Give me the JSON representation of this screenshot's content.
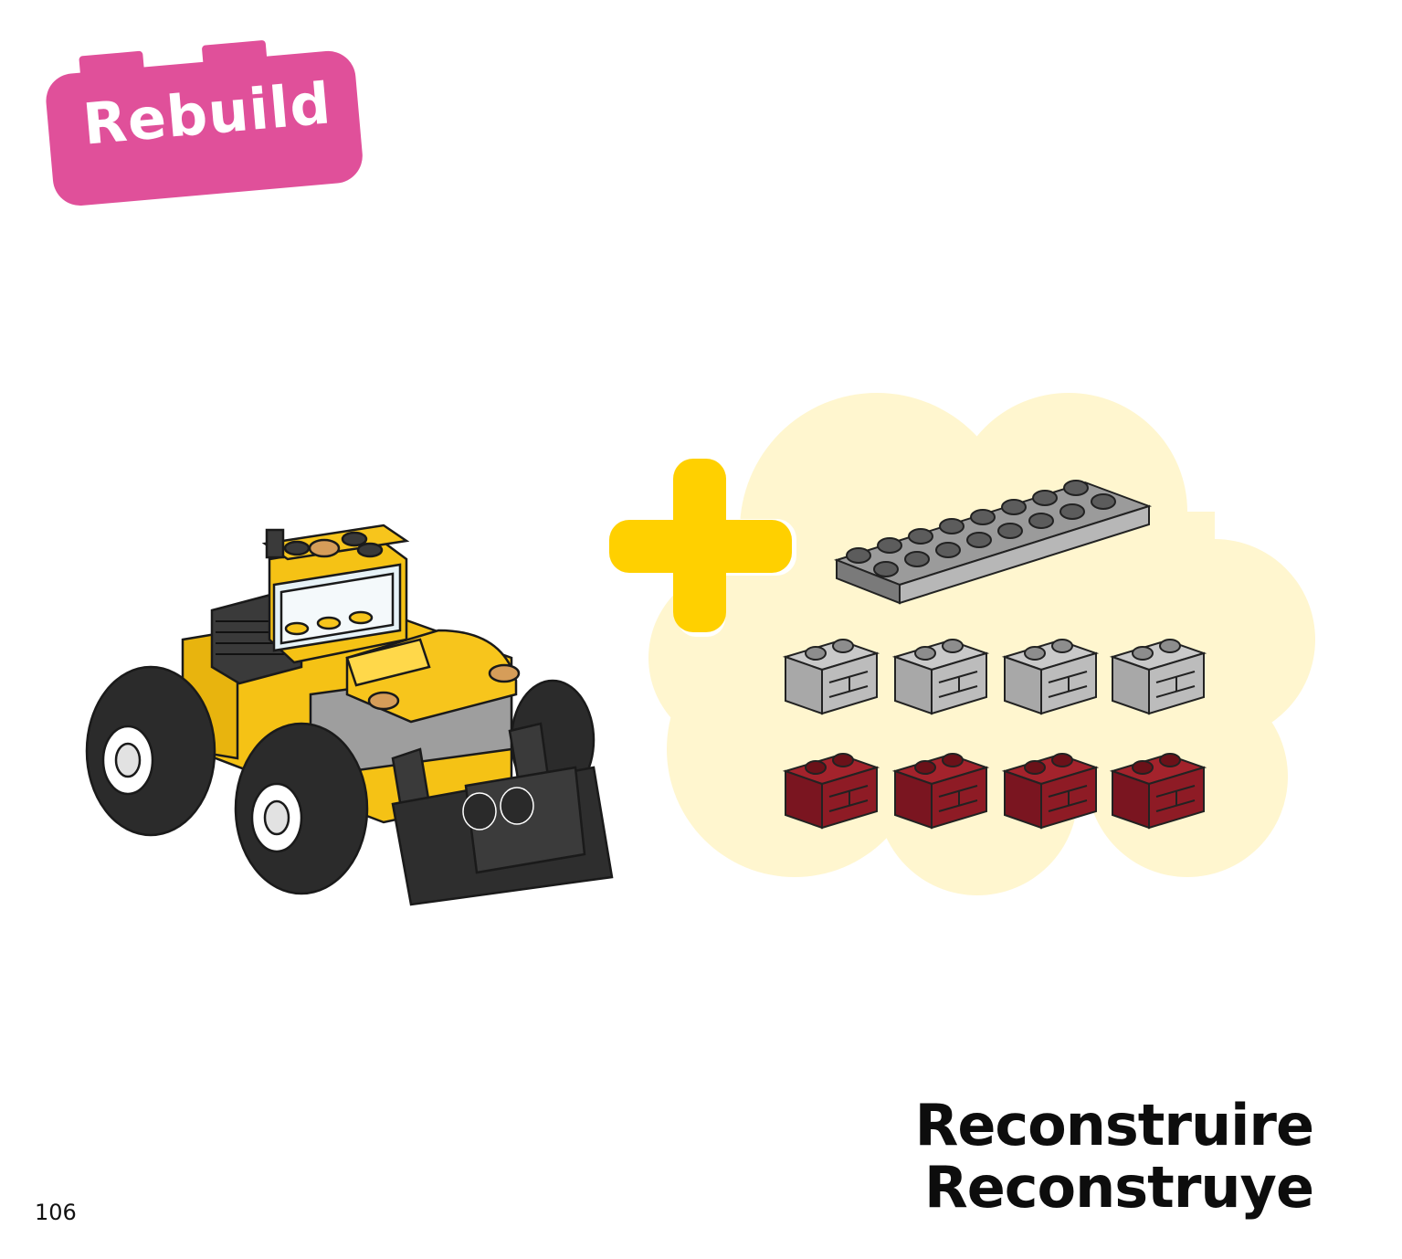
{
  "badge": {
    "label": "Rebuild",
    "color": "#e0509a"
  },
  "titles": {
    "french": "Reconstruire",
    "spanish": "Reconstruye"
  },
  "page": {
    "number": "106"
  },
  "colors": {
    "vehicle_yellow": "#f7c51c",
    "plus_sign": "#ffd000",
    "parts_cloud": "#fff6cf",
    "plate_gray": "#8f8f8f",
    "brick_light_gray": "#bdbdbd",
    "brick_dark_red": "#8a1a22"
  },
  "parts": {
    "plate": {
      "count": 1,
      "color": "dark-gray"
    },
    "light_gray_bricks": {
      "count": 4
    },
    "dark_red_bricks": {
      "count": 4
    }
  }
}
